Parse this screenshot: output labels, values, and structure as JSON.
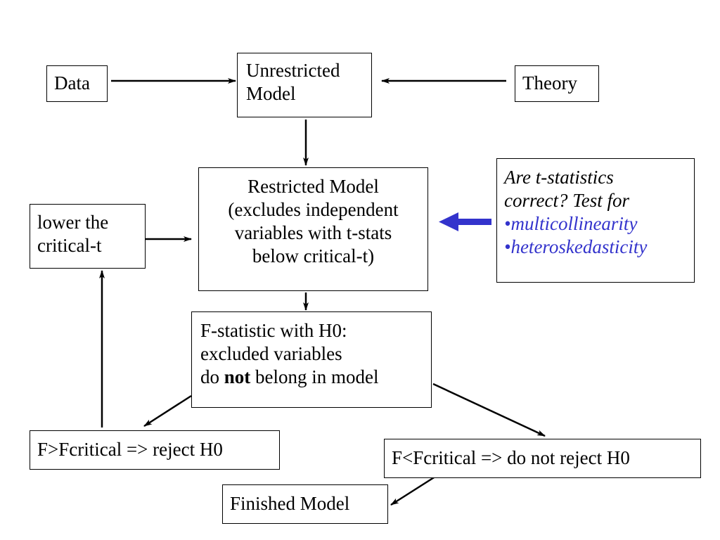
{
  "data_box": {
    "text": "Data"
  },
  "unrestricted_box": {
    "line1": "Unrestricted",
    "line2": "Model"
  },
  "theory_box": {
    "text": "Theory"
  },
  "restricted_box": {
    "line1": "Restricted Model",
    "line2": "(excludes independent",
    "line3": "variables with t-stats",
    "line4": "below critical-t)"
  },
  "lower_box": {
    "line1": "lower the",
    "line2": "critical-t"
  },
  "ttest_box": {
    "line1": "Are t-statistics",
    "line2": "correct? Test for",
    "bullet": "•",
    "item1": "multicollinearity",
    "item2": "heteroskedasticity"
  },
  "fstat_box": {
    "line1": "F-statistic with H0:",
    "line2": "excluded variables",
    "line3_pre": "do",
    "line3_bold": "not",
    "line3_post": "belong in model"
  },
  "reject_box": {
    "text": "F>Fcritical => reject H0"
  },
  "notreject_box": {
    "text": "F<Fcritical => do not reject H0"
  },
  "finished_box": {
    "text": "Finished Model"
  },
  "colors": {
    "line": "#000000",
    "accent_arrow": "#3333cc",
    "bullet_text": "#3333cc"
  }
}
